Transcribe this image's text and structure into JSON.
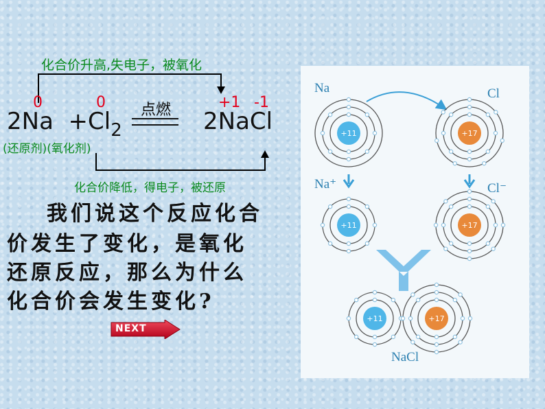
{
  "slide": {
    "top_note": "化合价升高,失电子，被氧化",
    "bottom_note": "化合价降低，得电子，被还原",
    "valence": {
      "na": "0",
      "cl": "0",
      "nacl_plus": "+1",
      "nacl_minus": "-1"
    },
    "equation": {
      "left": "2Na  +Cl",
      "sub": "2",
      "condition": "点燃",
      "right": "2NaCl"
    },
    "roles": "(还原剂)(氧化剂)",
    "question": [
      "我们说这个反应化合",
      "价发生了变化，是氧化",
      "还原反应，那么为什么",
      "化合价会发生变化?"
    ],
    "next_button": "NEXT"
  },
  "diagram": {
    "labels": {
      "na": "Na",
      "cl": "Cl",
      "na_ion": "Na⁺",
      "cl_ion": "Cl⁻",
      "product": "NaCl"
    },
    "nucleus": {
      "na": "+11",
      "cl": "+17"
    },
    "colors": {
      "na_nucleus": "#4fb6e8",
      "cl_nucleus": "#e8893a",
      "arrow": "#3a9fd6",
      "shell": "#555555",
      "electron": "#8fc2e0"
    }
  }
}
